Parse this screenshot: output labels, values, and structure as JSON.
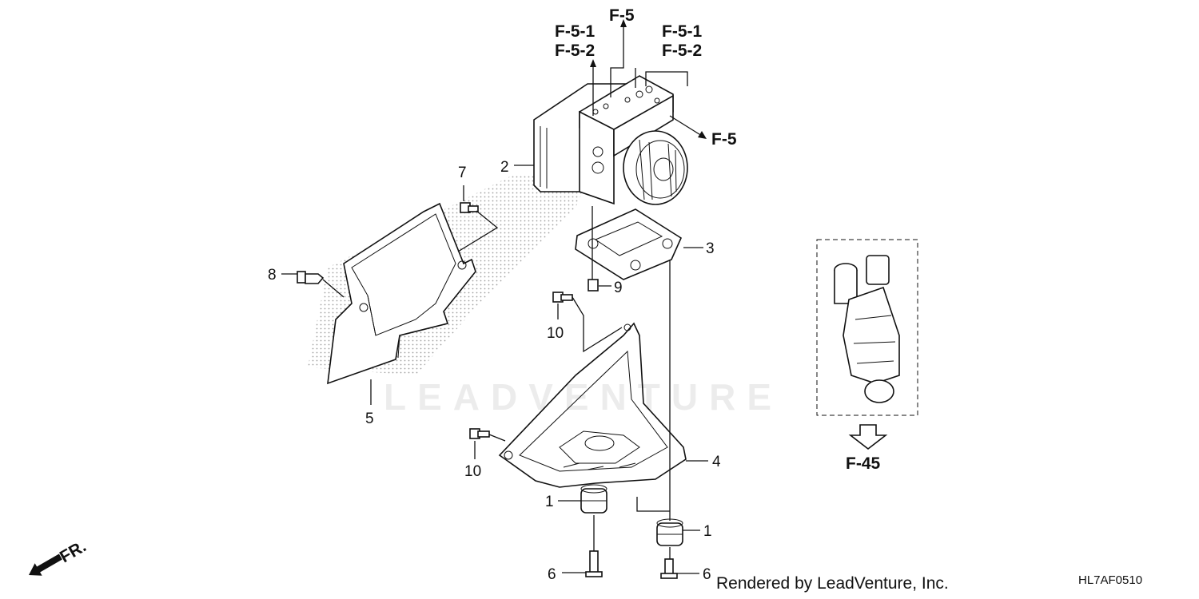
{
  "callouts": {
    "n1a": "1",
    "n1b": "1",
    "n2": "2",
    "n3": "3",
    "n4": "4",
    "n5": "5",
    "n6a": "6",
    "n6b": "6",
    "n7": "7",
    "n8": "8",
    "n9": "9",
    "n10a": "10",
    "n10b": "10"
  },
  "references": {
    "left_top": "F-5-1",
    "left_bottom": "F-5-2",
    "center": "F-5",
    "right_top": "F-5-1",
    "right_bottom": "F-5-2",
    "side": "F-5",
    "inset": "F-45"
  },
  "direction_label": "FR.",
  "watermark": "LEADVENTURE",
  "footer": {
    "credit": "Rendered by LeadVenture, Inc.",
    "diagram_code": "HL7AF0510"
  },
  "icons": [
    "fr-direction-arrow-icon",
    "hollow-down-arrow-icon"
  ]
}
